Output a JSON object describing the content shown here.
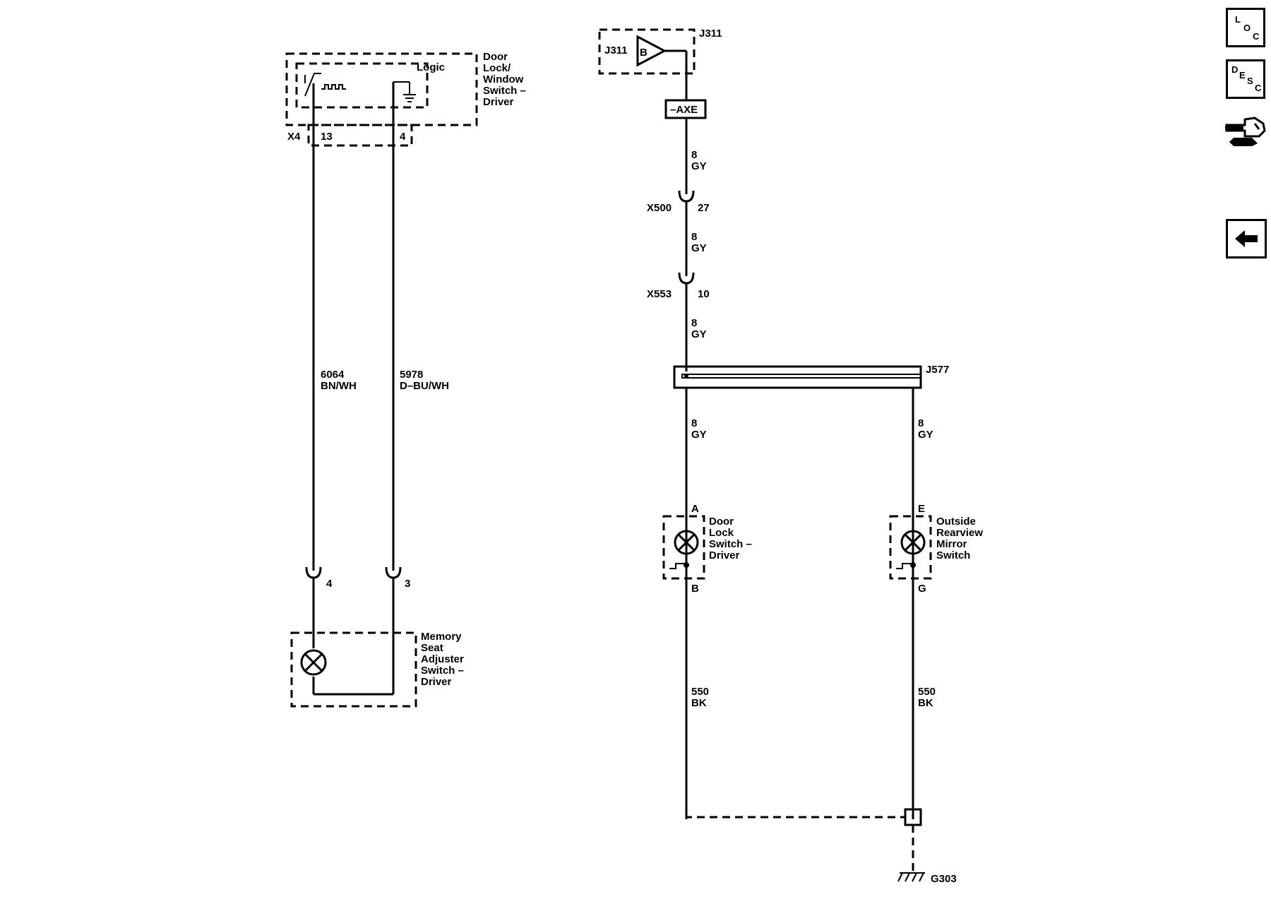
{
  "left": {
    "top_component": [
      "Door",
      "Lock/",
      "Window",
      "Switch –",
      "Driver"
    ],
    "logic_label": "Logic",
    "connector": "X4",
    "pin_a": "13",
    "pin_b": "4",
    "wire_a": {
      "circuit": "6064",
      "color": "BN/WH"
    },
    "wire_b": {
      "circuit": "5978",
      "color": "D–BU/WH"
    },
    "bottom_pin_a": "4",
    "bottom_pin_b": "3",
    "bottom_component": [
      "Memory",
      "Seat",
      "Adjuster",
      "Switch –",
      "Driver"
    ]
  },
  "right": {
    "source_left": "J311",
    "source_right": "J311",
    "source_letter": "B",
    "fuse": "–AXE",
    "wire_gauge": "8",
    "wire_color": "GY",
    "x500": "X500",
    "x500_pin": "27",
    "x553": "X553",
    "x553_pin": "10",
    "splice": "J577",
    "door_switch": {
      "pin_top": "A",
      "pin_bottom": "B",
      "name": [
        "Door",
        "Lock",
        "Switch –",
        "Driver"
      ]
    },
    "mirror_switch": {
      "pin_top": "E",
      "pin_bottom": "G",
      "name": [
        "Outside",
        "Rearview",
        "Mirror",
        "Switch"
      ]
    },
    "ground_wire": {
      "circuit": "550",
      "color": "BK"
    },
    "ground": "G303"
  },
  "side_buttons": {
    "loc": [
      "L",
      "O",
      "C"
    ],
    "desc": [
      "D",
      "E",
      "S",
      "C"
    ]
  }
}
